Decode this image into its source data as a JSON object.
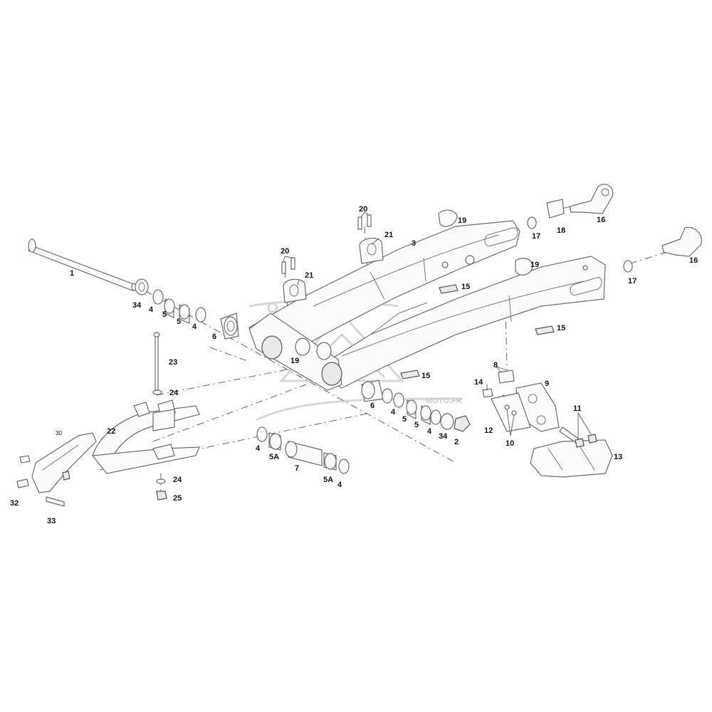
{
  "callouts": {
    "c1": "1",
    "c2": "2",
    "c3": "3",
    "c4": "4",
    "c5": "5",
    "c5a": "5A",
    "c6": "6",
    "c7": "7",
    "c8": "8",
    "c9": "9",
    "c10": "10",
    "c11": "11",
    "c12": "12",
    "c13": "13",
    "c14": "14",
    "c15": "15",
    "c16": "16",
    "c17": "17",
    "c18": "18",
    "c19": "19",
    "c20": "20",
    "c21": "21",
    "c22": "22",
    "c23": "23",
    "c24": "24",
    "c25": "25",
    "c30": "30",
    "c32": "32",
    "c33": "33",
    "c34": "34"
  },
  "watermark": {
    "text": "MOTO.FR"
  },
  "colors": {
    "line": "#6b6b6b",
    "label": "#111111",
    "watermark": "#d6d6d6"
  }
}
